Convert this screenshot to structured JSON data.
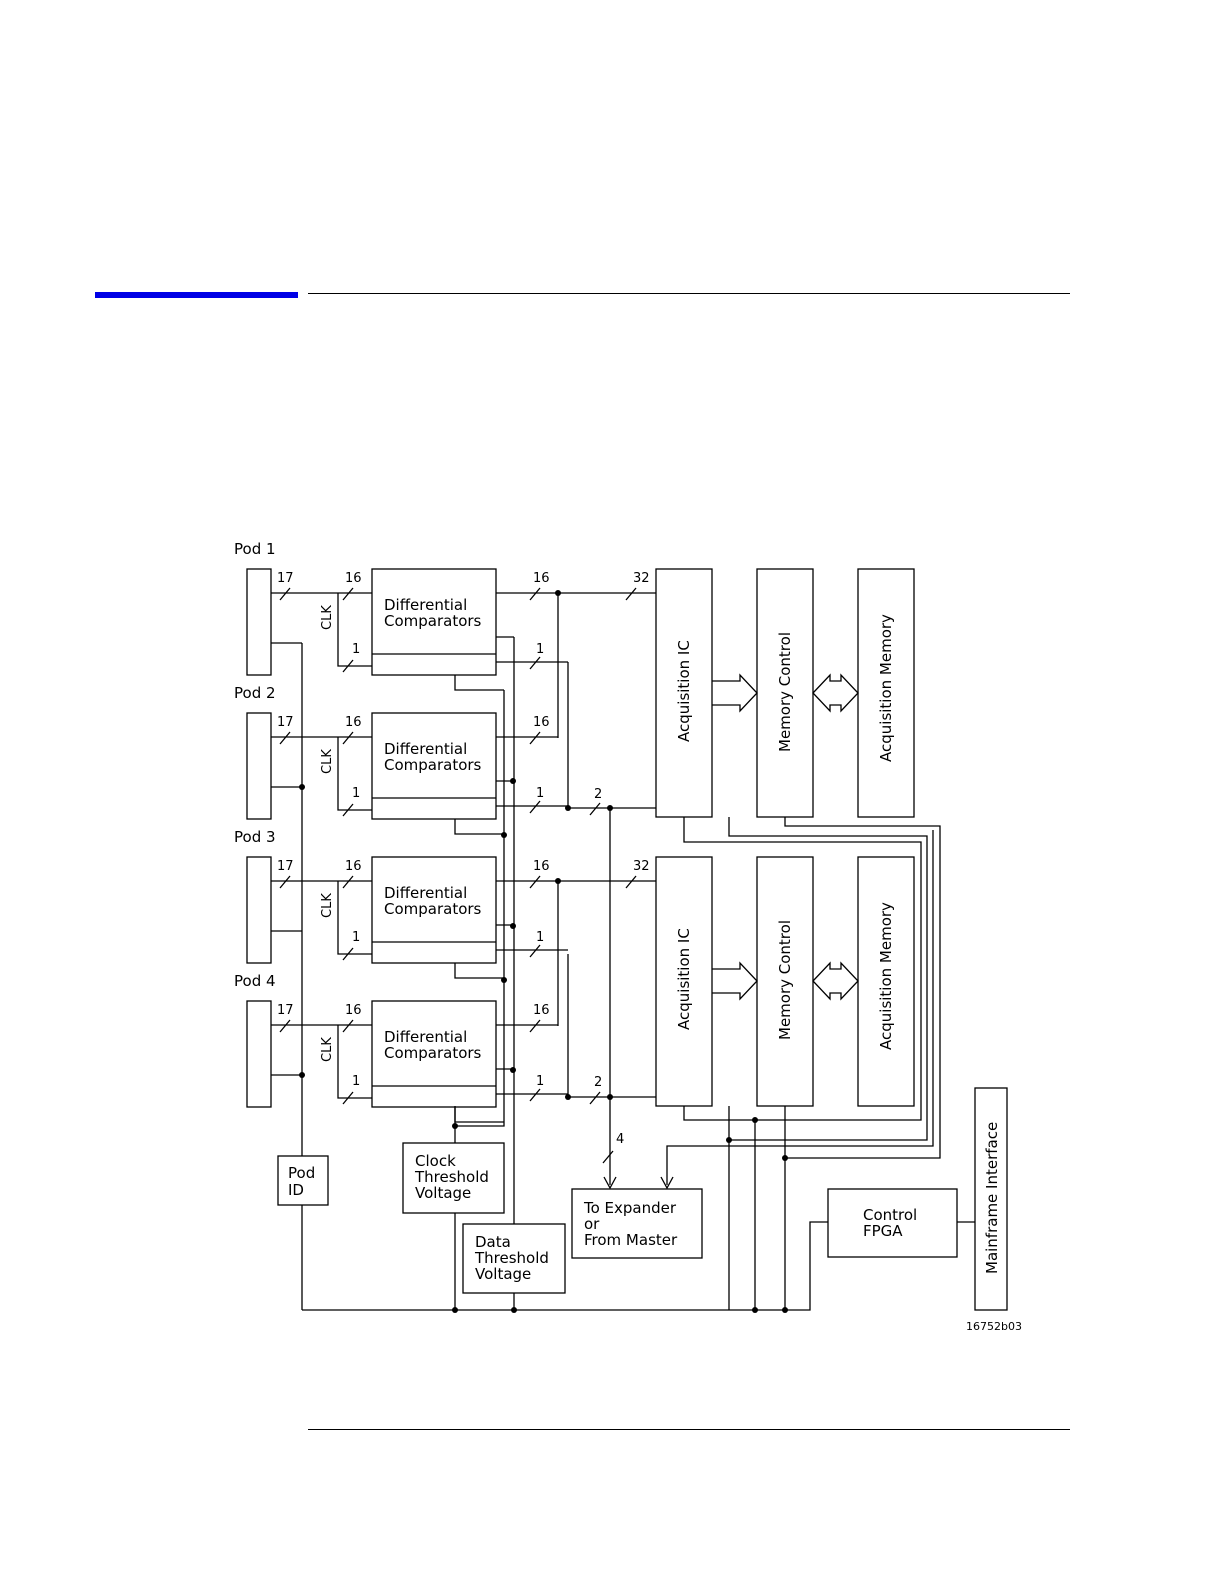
{
  "page": {
    "accent_color": "#0000e6"
  },
  "diagram": {
    "pods": [
      "Pod 1",
      "Pod 2",
      "Pod 3",
      "Pod 4"
    ],
    "pod_bus_width": "17",
    "comparator_bus_width": "16",
    "comparator_output_width": "16",
    "clk_label": "CLK",
    "clk_width": "1",
    "clock_out_width": "1",
    "merged_clock_width": "2",
    "acquisition_bus_width": "32",
    "expander_bus_width": "4",
    "comparator_label_line1": "Differential",
    "comparator_label_line2": "Comparators",
    "acquisition_ic": "Acquisition IC",
    "memory_control": "Memory Control",
    "acquisition_memory": "Acquisition Memory",
    "pod_id": [
      "Pod",
      "ID"
    ],
    "clock_threshold": [
      "Clock",
      "Threshold",
      "Voltage"
    ],
    "data_threshold": [
      "Data",
      "Threshold",
      "Voltage"
    ],
    "expander": [
      "To Expander",
      "or",
      "From Master"
    ],
    "control_fpga": [
      "Control",
      "FPGA"
    ],
    "mainframe_interface": "Mainframe Interface",
    "figure_id": "16752b03"
  }
}
